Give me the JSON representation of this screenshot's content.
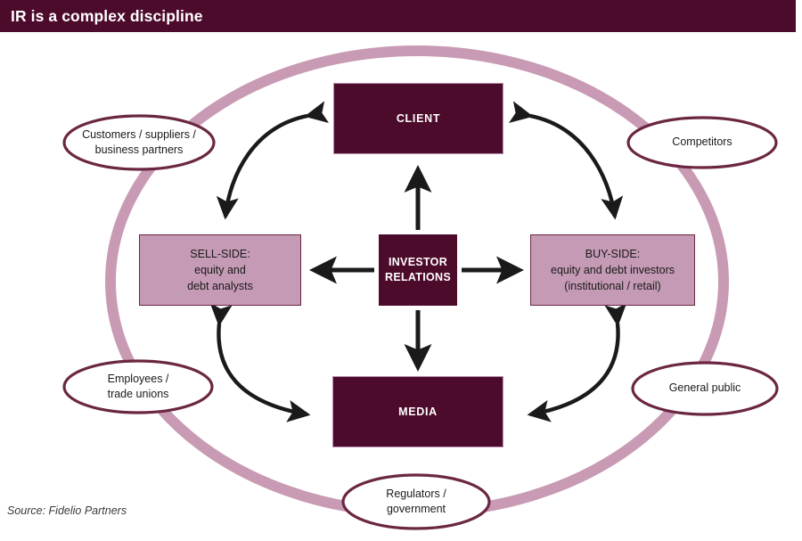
{
  "header": {
    "title": "IR is a complex discipline",
    "bar_color": "#4d0b2b",
    "text_color": "#ffffff"
  },
  "diagram": {
    "type": "stakeholder-map",
    "ring_color": "#c89ab4",
    "dark_box_color": "#4d0b2b",
    "mauve_box_color": "#c49ab4",
    "outline_color": "#6b2742",
    "arrow_color": "#1a1a1a",
    "center": {
      "label": "INVESTOR\nRELATIONS",
      "line1": "INVESTOR",
      "line2": "RELATIONS"
    },
    "boxes": [
      {
        "id": "client",
        "label": "CLIENT",
        "style": "dark",
        "position": "top"
      },
      {
        "id": "media",
        "label": "MEDIA",
        "style": "dark",
        "position": "bottom"
      },
      {
        "id": "sellside",
        "style": "mauve",
        "position": "left",
        "lines": [
          "SELL-SIDE:",
          "equity and",
          "debt analysts"
        ]
      },
      {
        "id": "buyside",
        "style": "mauve",
        "position": "right",
        "lines": [
          "BUY-SIDE:",
          "equity and debt investors",
          "(institutional / retail)"
        ]
      }
    ],
    "stakeholders": [
      {
        "id": "customers",
        "position": "top-left",
        "lines": [
          "Customers / suppliers /",
          "business partners"
        ]
      },
      {
        "id": "competitors",
        "position": "top-right",
        "lines": [
          "Competitors"
        ]
      },
      {
        "id": "employees",
        "position": "bottom-left",
        "lines": [
          "Employees /",
          "trade unions"
        ]
      },
      {
        "id": "general-public",
        "position": "bottom-right",
        "lines": [
          "General public"
        ]
      },
      {
        "id": "regulators",
        "position": "bottom-center",
        "lines": [
          "Regulators /",
          "government"
        ]
      }
    ]
  },
  "footer": {
    "source": "Source: Fidelio Partners"
  }
}
